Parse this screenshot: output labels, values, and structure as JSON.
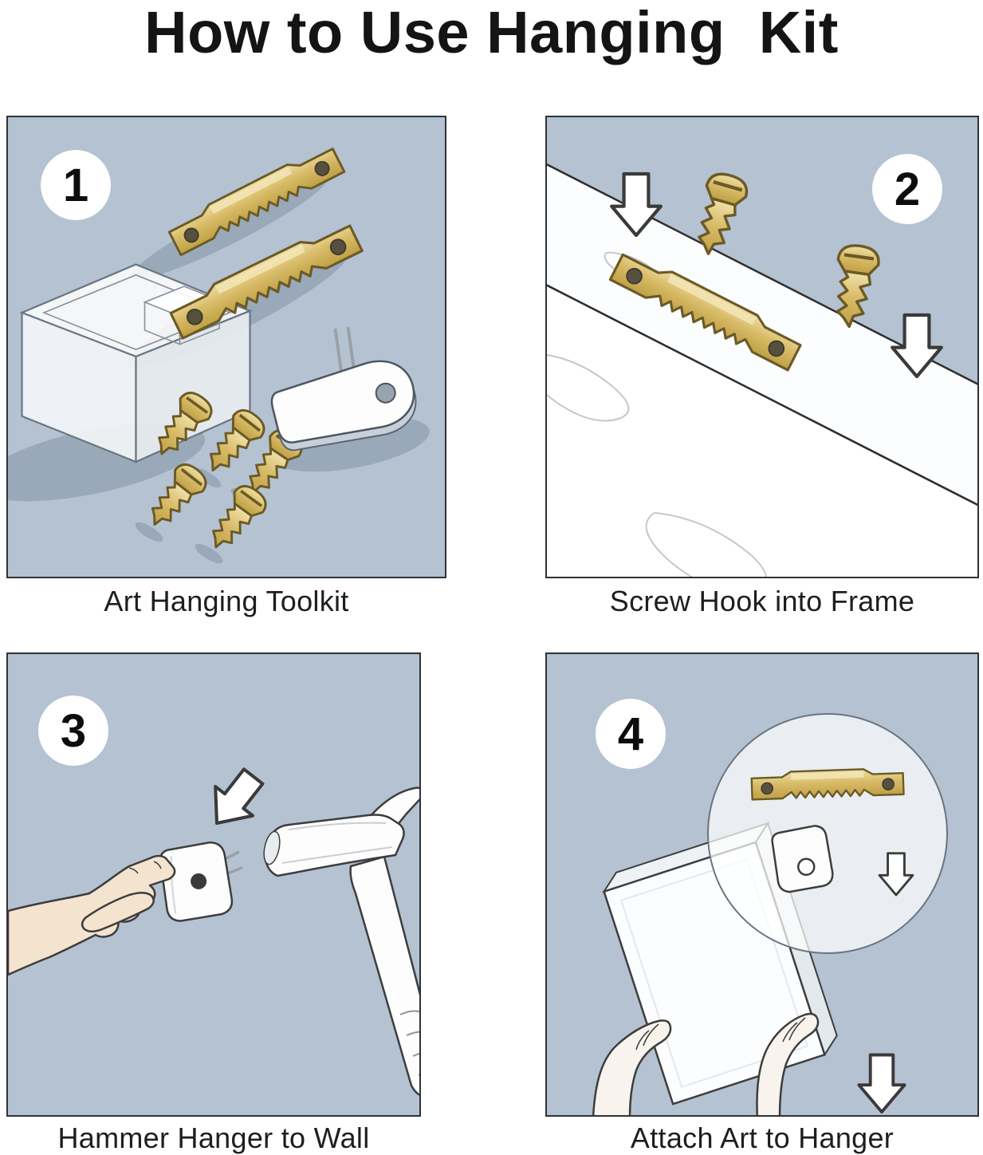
{
  "title": "How to Use Hanging  Kit",
  "steps": [
    {
      "number": "1",
      "caption": "Art Hanging Toolkit"
    },
    {
      "number": "2",
      "caption": "Screw Hook into Frame"
    },
    {
      "number": "3",
      "caption": "Hammer Hanger to Wall"
    },
    {
      "number": "4",
      "caption": "Attach Art to Hanger"
    }
  ],
  "icons": {
    "sawtooth_hanger": "sawtooth-hanger-icon",
    "screw": "screw-icon",
    "down_arrow": "down-arrow-icon",
    "wall_hook": "wall-hook-icon",
    "hammer": "hammer-icon",
    "hand": "hand-icon",
    "storage_box": "storage-box-icon",
    "canvas": "canvas-icon",
    "magnifier": "magnifier-circle"
  },
  "colors": {
    "panel_background": "#b4c2d1",
    "brass": "#d9bc69",
    "brass_dark": "#6b5a26",
    "outline": "#2d3339",
    "skin": "#f4e3cf",
    "paper": "#fdfdfe",
    "shadow": "#5f7689"
  }
}
